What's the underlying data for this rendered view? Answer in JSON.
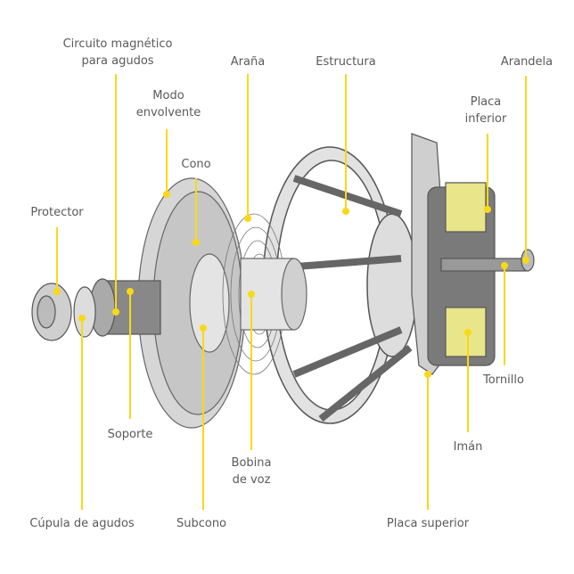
{
  "title": "Despiece de altavoz coaxial",
  "accent_color": "#f7d917",
  "labels": {
    "circuito_1": "Circuito magnético",
    "circuito_2": "para agudos",
    "modo_1": "Modo",
    "modo_2": "envolvente",
    "arana": "Araña",
    "estructura": "Estructura",
    "arandela": "Arandela",
    "placa_inf_1": "Placa",
    "placa_inf_2": "inferior",
    "cono": "Cono",
    "protector": "Protector",
    "tornillo": "Tornillo",
    "soporte": "Soporte",
    "iman": "Imán",
    "bobina_1": "Bobina",
    "bobina_2": "de voz",
    "cupula": "Cúpula de agudos",
    "subcono": "Subcono",
    "placa_sup": "Placa superior"
  }
}
